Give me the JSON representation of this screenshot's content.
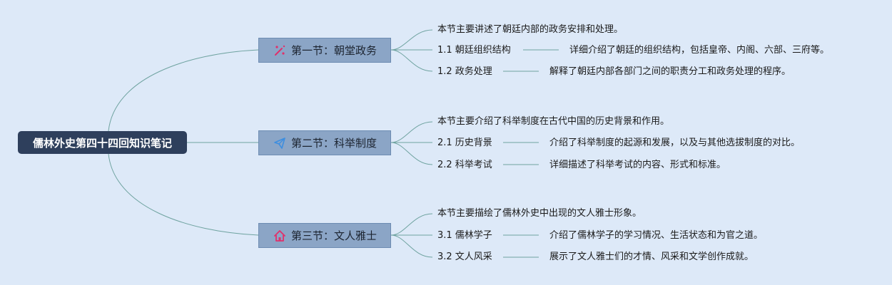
{
  "root": {
    "label": "儒林外史第四十四回知识笔记"
  },
  "sections": [
    {
      "title": "第一节：朝堂政务",
      "icon": "magic-wand-icon",
      "summary": "本节主要讲述了朝廷内部的政务安排和处理。",
      "items": [
        {
          "label": "1.1 朝廷组织结构",
          "desc": "详细介绍了朝廷的组织结构，包括皇帝、内阁、六部、三府等。"
        },
        {
          "label": "1.2 政务处理",
          "desc": "解释了朝廷内部各部门之间的职责分工和政务处理的程序。"
        }
      ]
    },
    {
      "title": "第二节：科举制度",
      "icon": "paper-plane-icon",
      "summary": "本节主要介绍了科举制度在古代中国的历史背景和作用。",
      "items": [
        {
          "label": "2.1 历史背景",
          "desc": "介绍了科举制度的起源和发展，以及与其他选拔制度的对比。"
        },
        {
          "label": "2.2 科举考试",
          "desc": "详细描述了科举考试的内容、形式和标准。"
        }
      ]
    },
    {
      "title": "第三节：文人雅士",
      "icon": "home-icon",
      "summary": "本节主要描绘了儒林外史中出现的文人雅士形象。",
      "items": [
        {
          "label": "3.1 儒林学子",
          "desc": "介绍了儒林学子的学习情况、生活状态和为官之道。"
        },
        {
          "label": "3.2 文人风采",
          "desc": "展示了文人雅士们的才情、风采和文学创作成就。"
        }
      ]
    }
  ],
  "colors": {
    "background": "#dde9f8",
    "root": "#2e3f5c",
    "section": "#8ba5c6",
    "connector": "#6fa3a0",
    "icon_pink": "#e0306b",
    "icon_blue": "#3d8ee0"
  }
}
